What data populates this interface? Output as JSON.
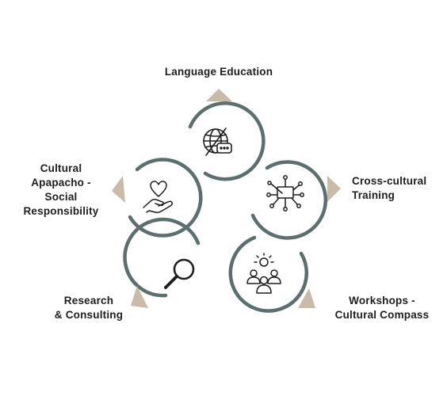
{
  "colors": {
    "ring": "#5c6f6f",
    "arrow": "#c9bba7",
    "icon": "#1e1e1e",
    "text": "#1e1e1e"
  },
  "nodes": [
    {
      "id": "language-education",
      "icon": "globe-chat-icon",
      "label_lines": [
        "Language Education"
      ]
    },
    {
      "id": "cross-cultural-training",
      "icon": "network-presentation-icon",
      "label_lines": [
        "Cross-cultural",
        "Training"
      ]
    },
    {
      "id": "workshops",
      "icon": "group-idea-icon",
      "label_lines": [
        "Workshops -",
        "Cultural Compass"
      ]
    },
    {
      "id": "research",
      "icon": "magnifier-icon",
      "label_lines": [
        "Research",
        "& Consulting"
      ]
    },
    {
      "id": "cultural-apapacho",
      "icon": "heart-hand-icon",
      "label_lines": [
        "Cultural",
        "Apapacho -",
        "Social",
        "Responsibility"
      ]
    }
  ]
}
